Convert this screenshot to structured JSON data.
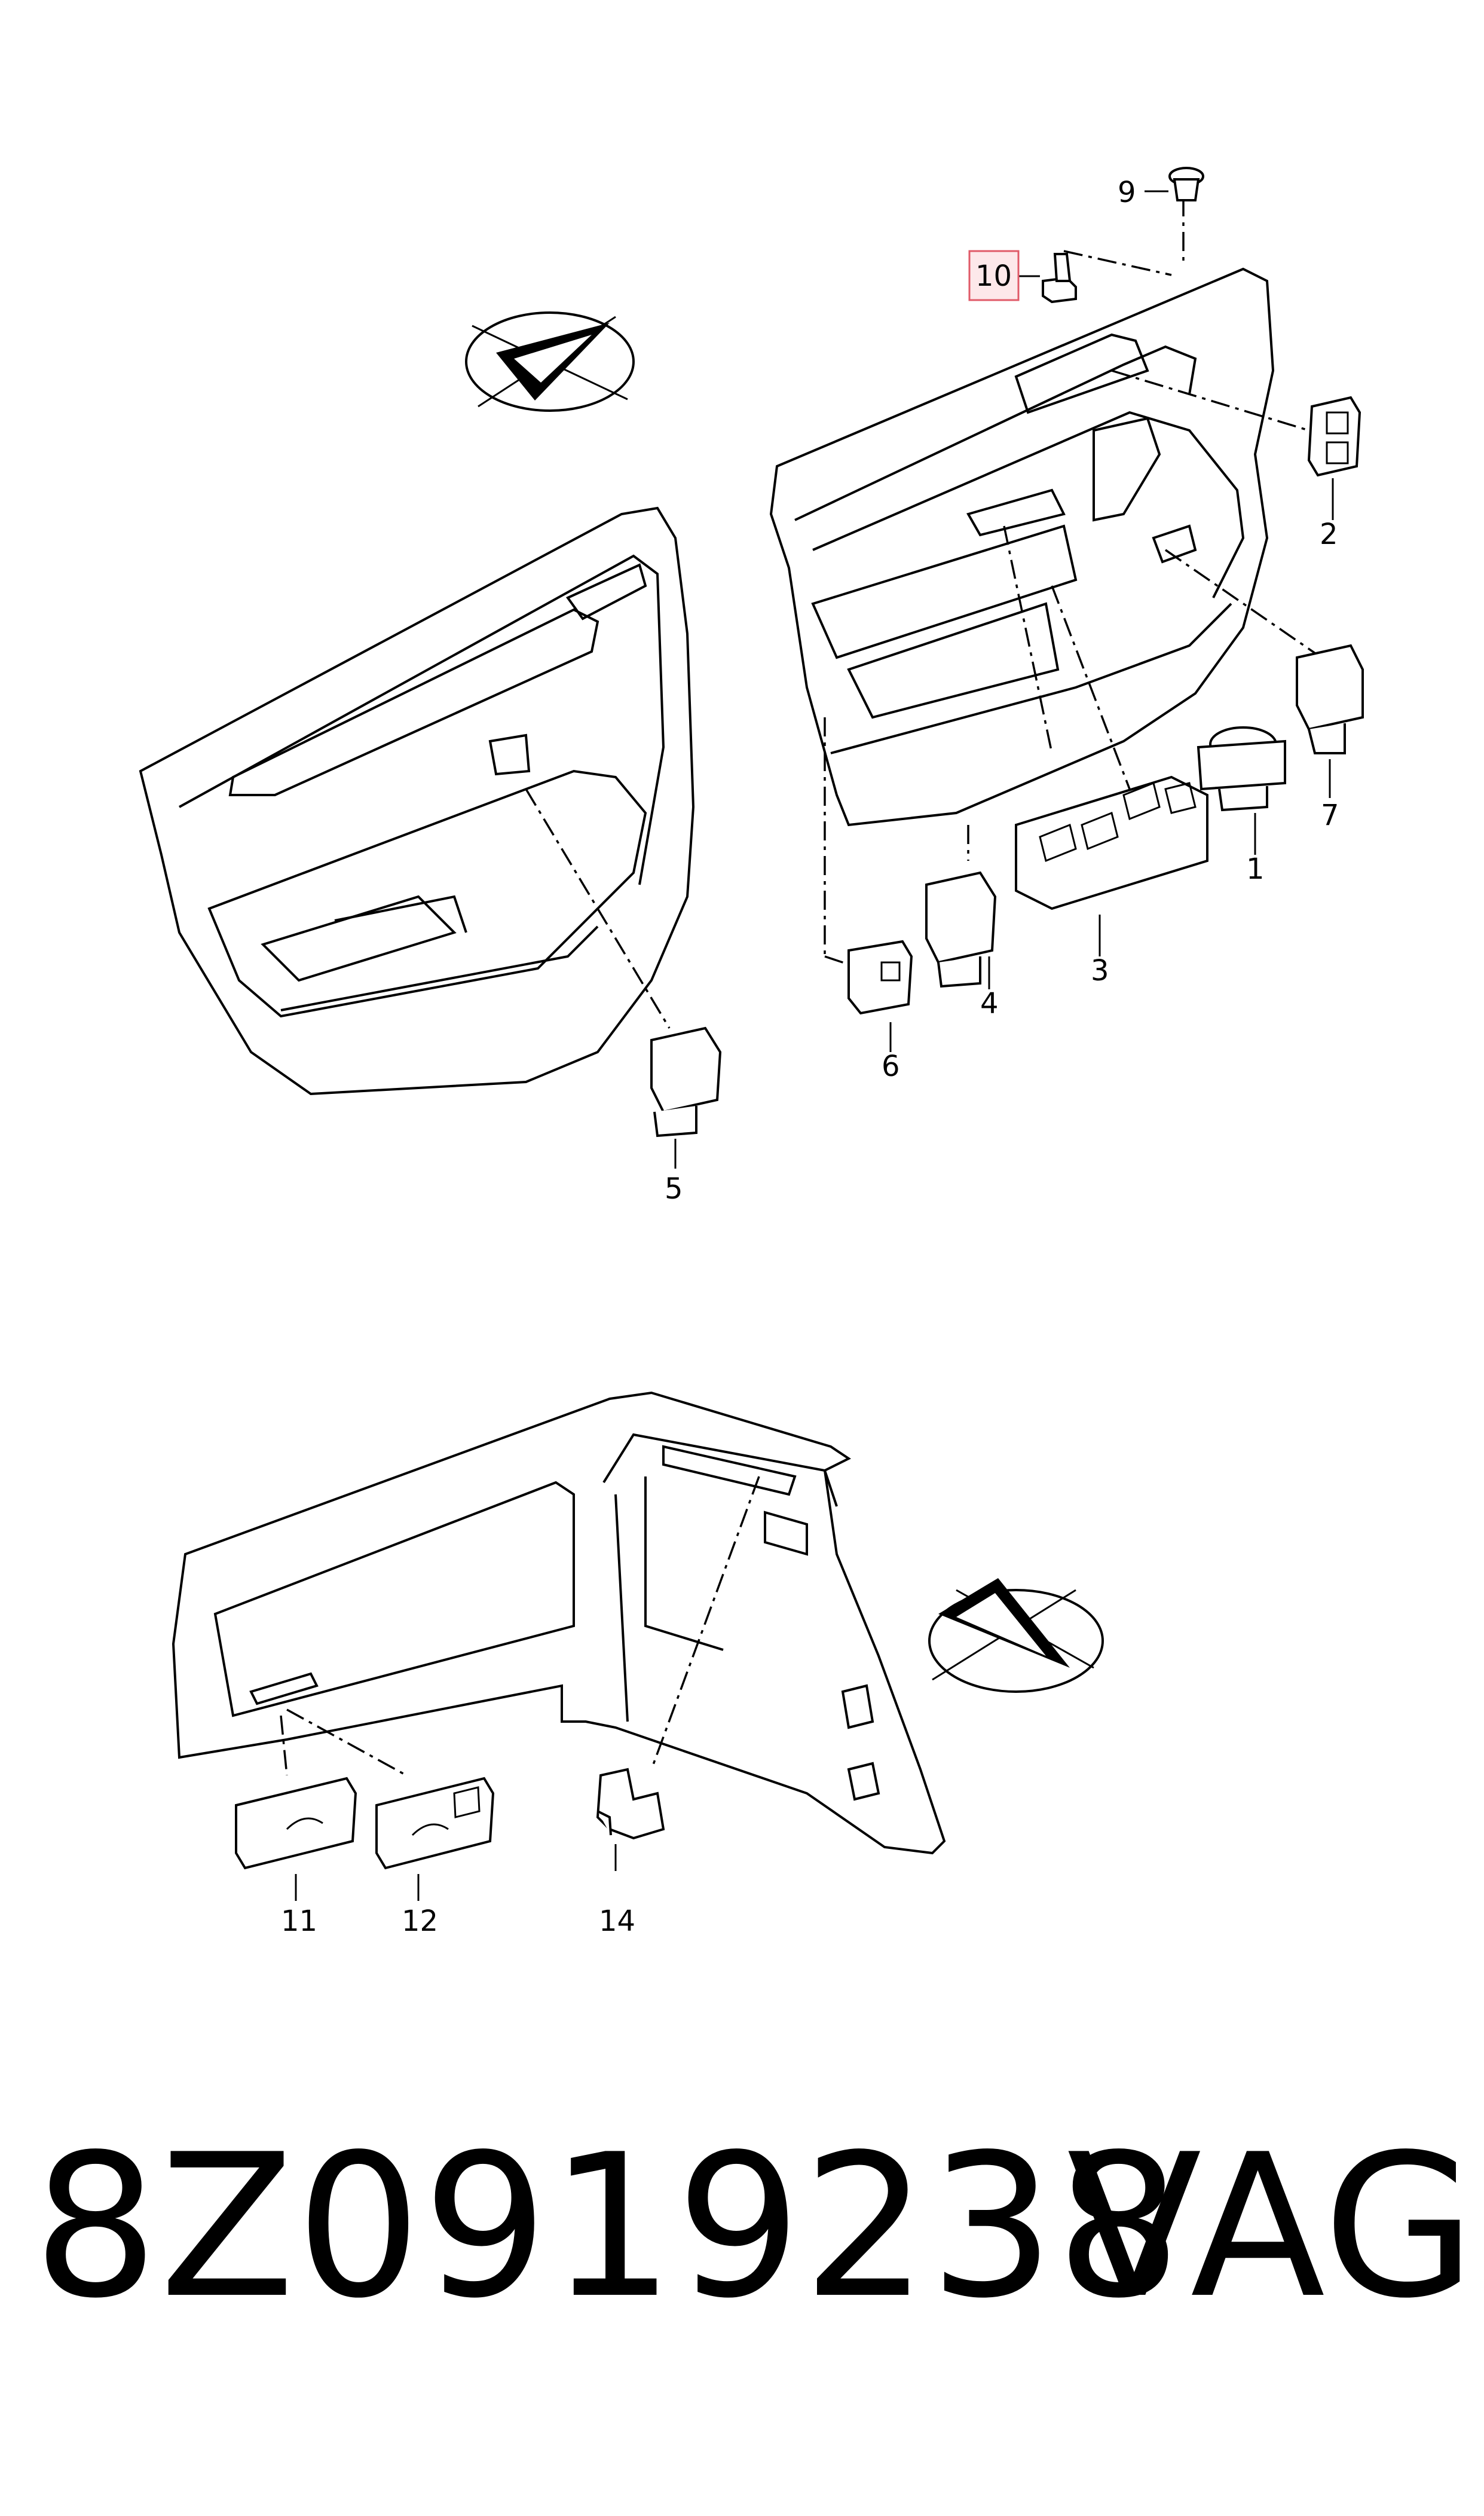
{
  "callouts": [
    "1",
    "2",
    "3",
    "4",
    "5",
    "6",
    "7",
    "9",
    "10",
    "11",
    "12",
    "14"
  ],
  "highlighted_callout": "10",
  "highlight_color": "#e05a68",
  "highlight_fill": "#fde8ea",
  "footer": {
    "part_number": "8Z0919238",
    "brand": "VAG"
  }
}
